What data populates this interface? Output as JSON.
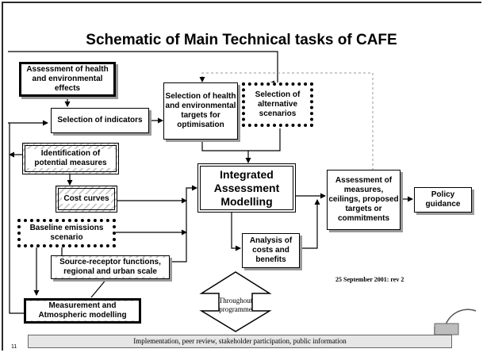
{
  "title": "Schematic of Main Technical tasks of CAFE",
  "boxes": {
    "assessment_health": "Assessment of health and environmental effects",
    "selection_indicators": "Selection of indicators",
    "selection_targets": "Selection of health and environmental targets for optimisation",
    "selection_scenarios": "Selection of alternative scenarios",
    "identification_measures": "Identification of potential measures",
    "cost_curves": "Cost curves",
    "integrated_modelling": "Integrated Assessment Modelling",
    "assessment_measures": "Assessment of measures, ceilings, proposed targets or commitments",
    "policy_guidance": "Policy guidance",
    "baseline_scenario": "Baseline emissions scenario",
    "source_receptor": "Source-receptor functions, regional and urban scale",
    "analysis_costs": "Analysis of costs and benefits",
    "measurement_modelling": "Measurement and Atmospheric modelling"
  },
  "date_note": "25 September 2001: rev 2",
  "throughout": "Throughout programme",
  "banner": "Implementation, peer review, stakeholder participation, public information",
  "page_number": "11"
}
